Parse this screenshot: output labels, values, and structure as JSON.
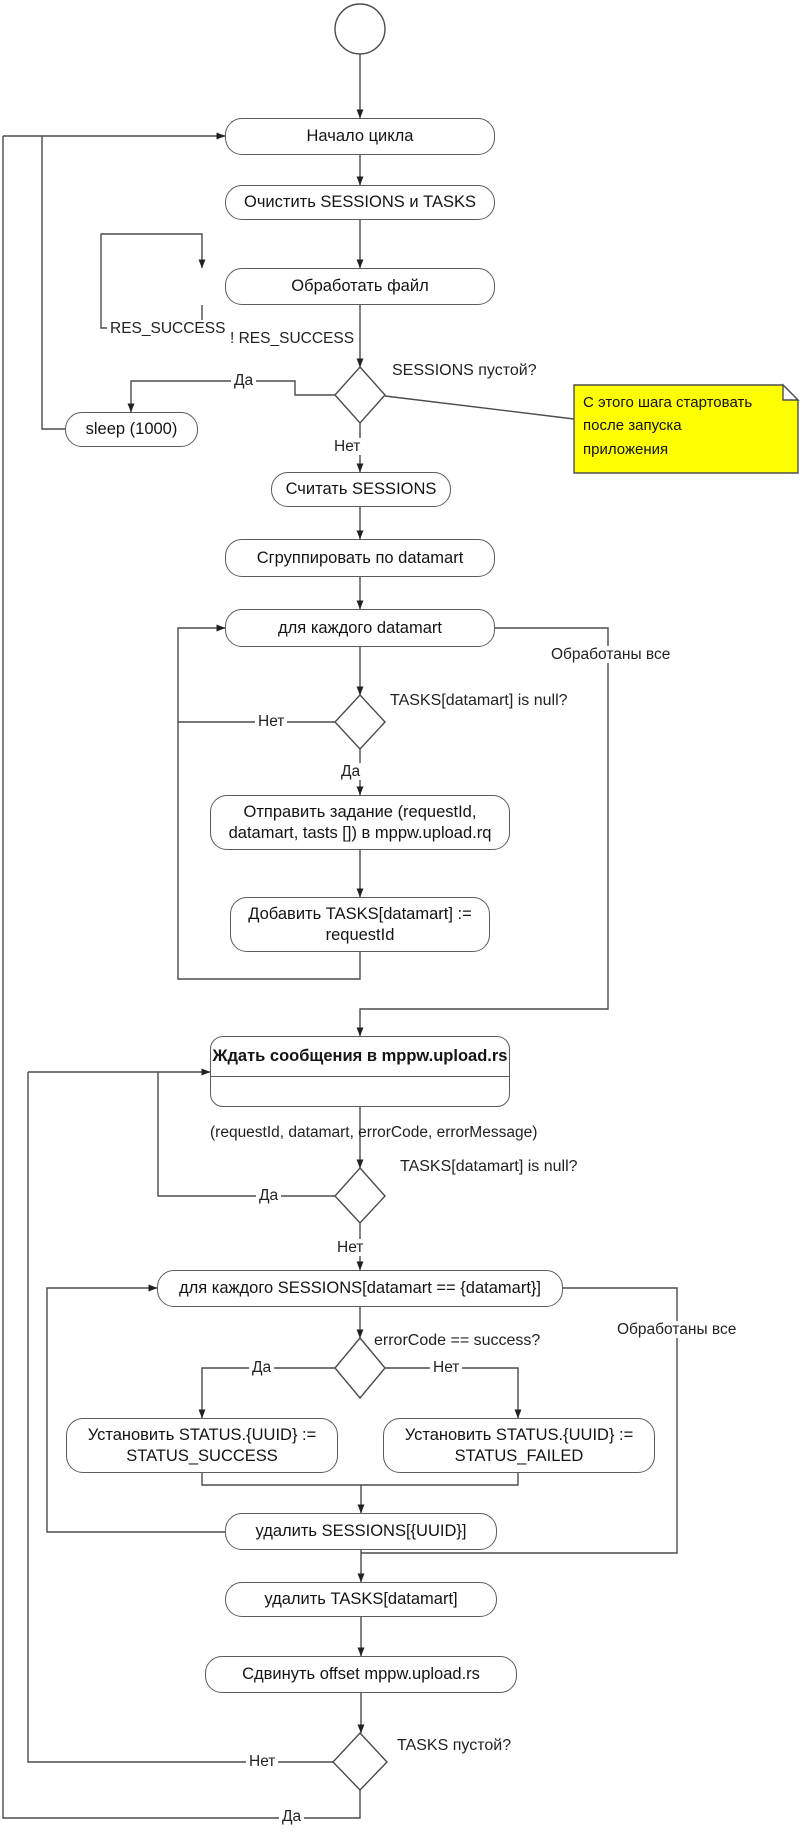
{
  "diagram": {
    "nodes": {
      "start_cycle": "Начало цикла",
      "clear_sessions_tasks": "Очистить SESSIONS и TASKS",
      "process_file": "Обработать файл",
      "sleep": "sleep (1000)",
      "read_sessions": "Считать SESSIONS",
      "group_by_datamart": "Сгруппировать по datamart",
      "foreach_datamart": "для каждого datamart",
      "send_task": "Отправить задание (requestId, datamart, tasts []) в mppw.upload.rq",
      "add_task": "Добавить TASKS[datamart] := requestId",
      "wait_message": "Ждать сообщения в mppw.upload.rs",
      "foreach_sessions": "для каждого SESSIONS[datamart == {datamart}]",
      "set_status_success": "Установить STATUS.{UUID} := STATUS_SUCCESS",
      "set_status_failed": "Установить STATUS.{UUID} := STATUS_FAILED",
      "delete_sessions": "удалить SESSIONS[{UUID}]",
      "delete_tasks": "удалить TASKS[datamart]",
      "shift_offset": "Сдвинуть offset  mppw.upload.rs"
    },
    "decisions": {
      "sessions_empty": "SESSIONS пустой?",
      "tasks_null_first": "TASKS[datamart] is null?",
      "tasks_null_second": "TASKS[datamart] is null?",
      "error_code_success": "errorCode == success?",
      "tasks_empty": "TASKS пустой?"
    },
    "edge_labels": {
      "yes": "Да",
      "no": "Нет",
      "res_success": "RES_SUCCESS",
      "not_res_success": "! RES_SUCCESS",
      "processed_all": "Обработаны все",
      "message_params": "(requestId, datamart, errorCode, errorMessage)"
    },
    "note": {
      "text": "С этого шага стартовать\nпосле запуска\nприложения",
      "fill_color": "#fdff00",
      "border_color": "#4f4f4f"
    },
    "colors": {
      "line": "#4b4b4b",
      "arrowhead": "#222222",
      "node_border": "#5c5c5c"
    }
  }
}
